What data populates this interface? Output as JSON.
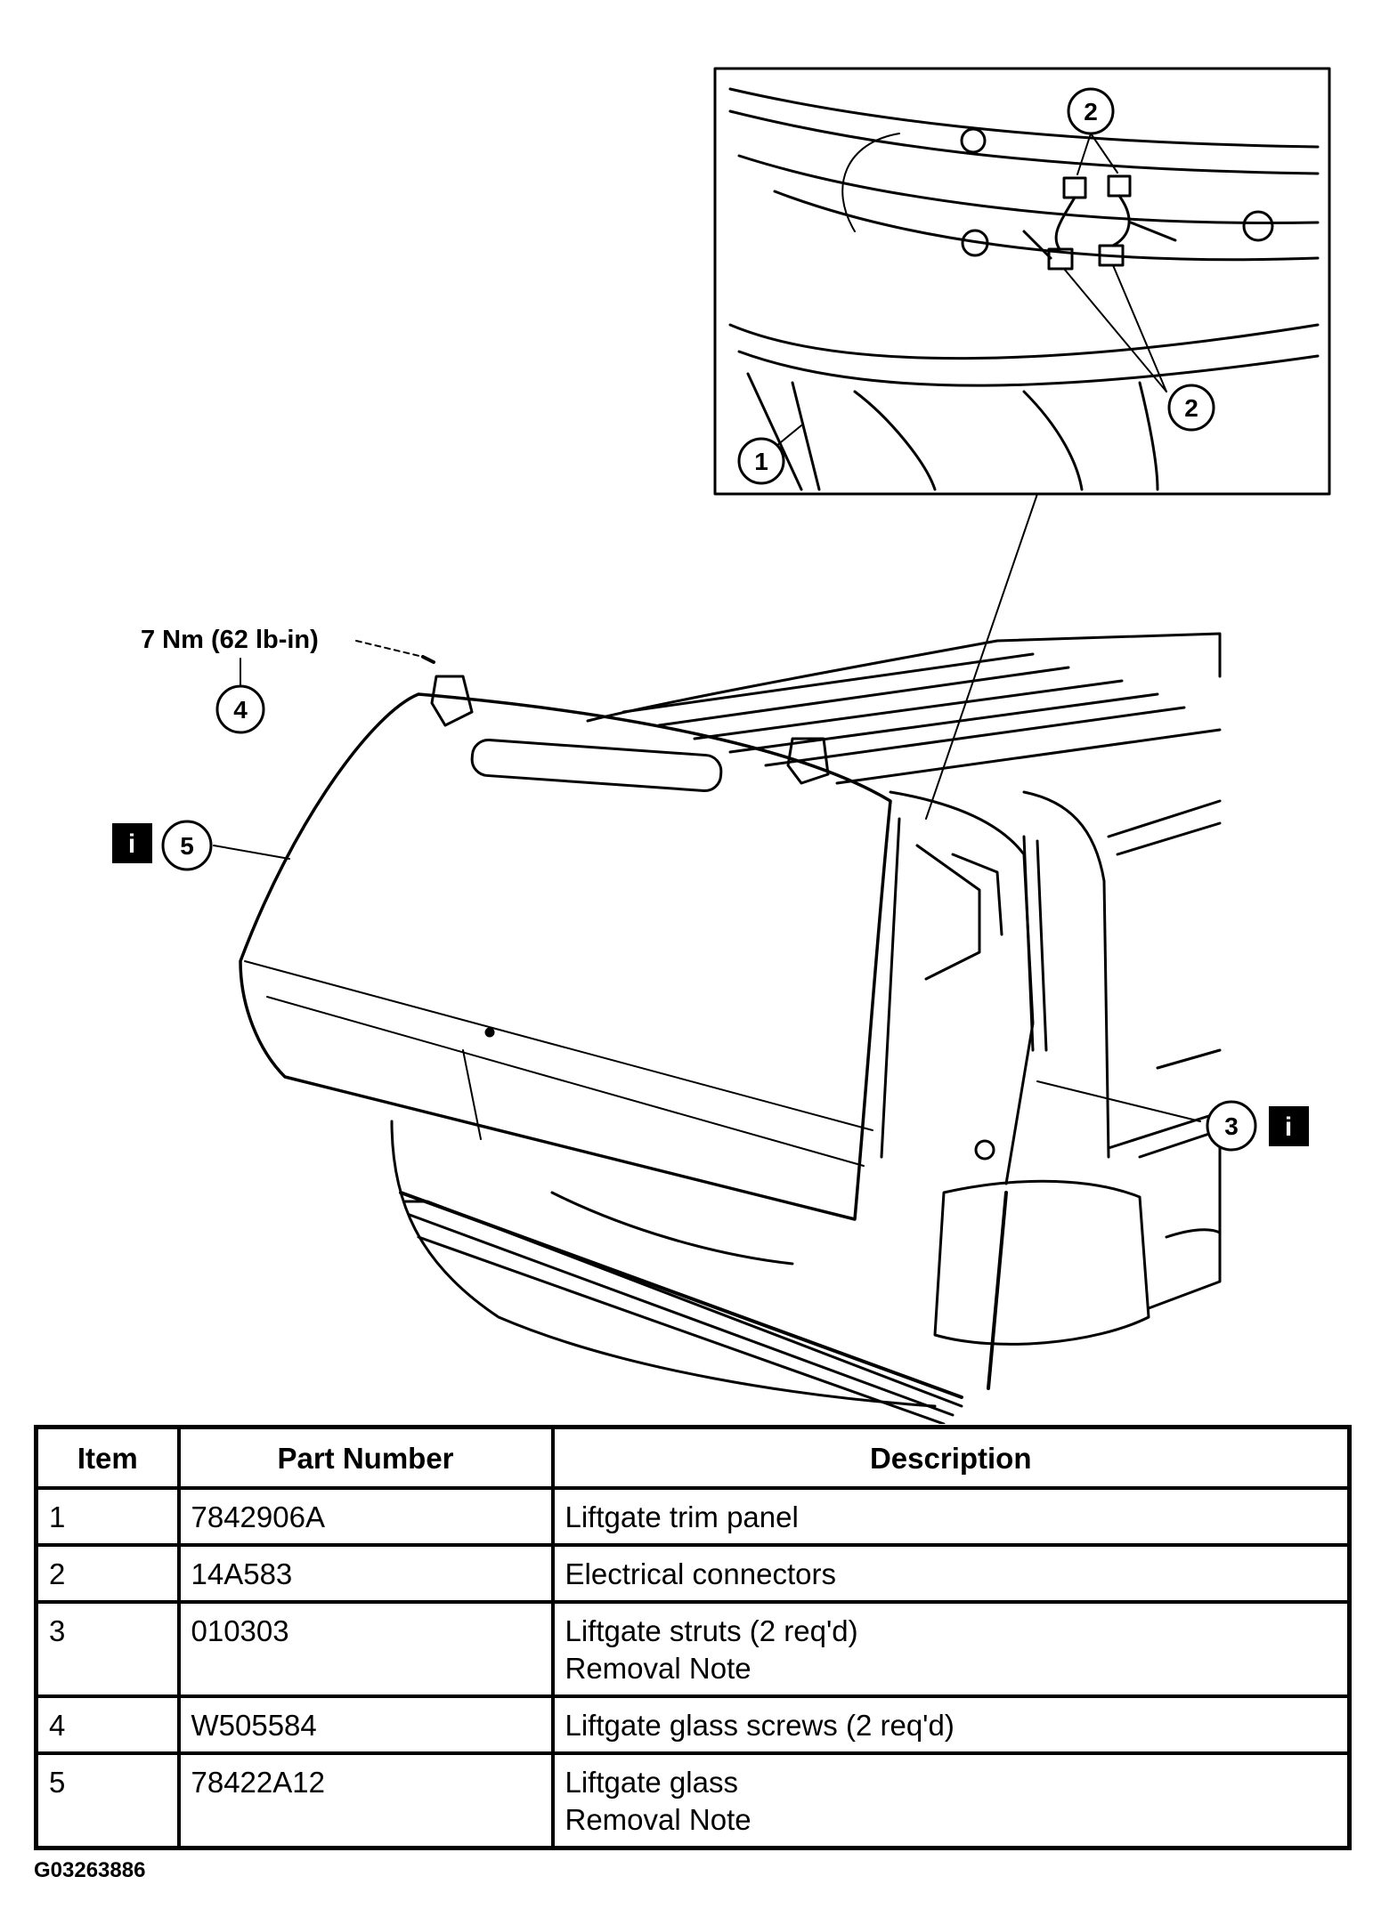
{
  "diagram": {
    "torque_label": "7 Nm (62 lb-in)",
    "callouts": {
      "c1": "1",
      "c2a": "2",
      "c2b": "2",
      "c3": "3",
      "c4": "4",
      "c5": "5",
      "info3": "i",
      "info5": "i"
    }
  },
  "table": {
    "headers": {
      "item": "Item",
      "part_number": "Part Number",
      "description": "Description"
    },
    "rows": [
      {
        "item": "1",
        "part_number": "7842906A",
        "description": [
          "Liftgate trim panel"
        ]
      },
      {
        "item": "2",
        "part_number": "14A583",
        "description": [
          "Electrical connectors"
        ]
      },
      {
        "item": "3",
        "part_number": "010303",
        "description": [
          "Liftgate struts (2 req'd)",
          "Removal Note"
        ]
      },
      {
        "item": "4",
        "part_number": "W505584",
        "description": [
          "Liftgate glass screws (2 req'd)"
        ]
      },
      {
        "item": "5",
        "part_number": "78422A12",
        "description": [
          "Liftgate glass",
          "Removal Note"
        ]
      }
    ]
  },
  "figure_id": "G03263886"
}
